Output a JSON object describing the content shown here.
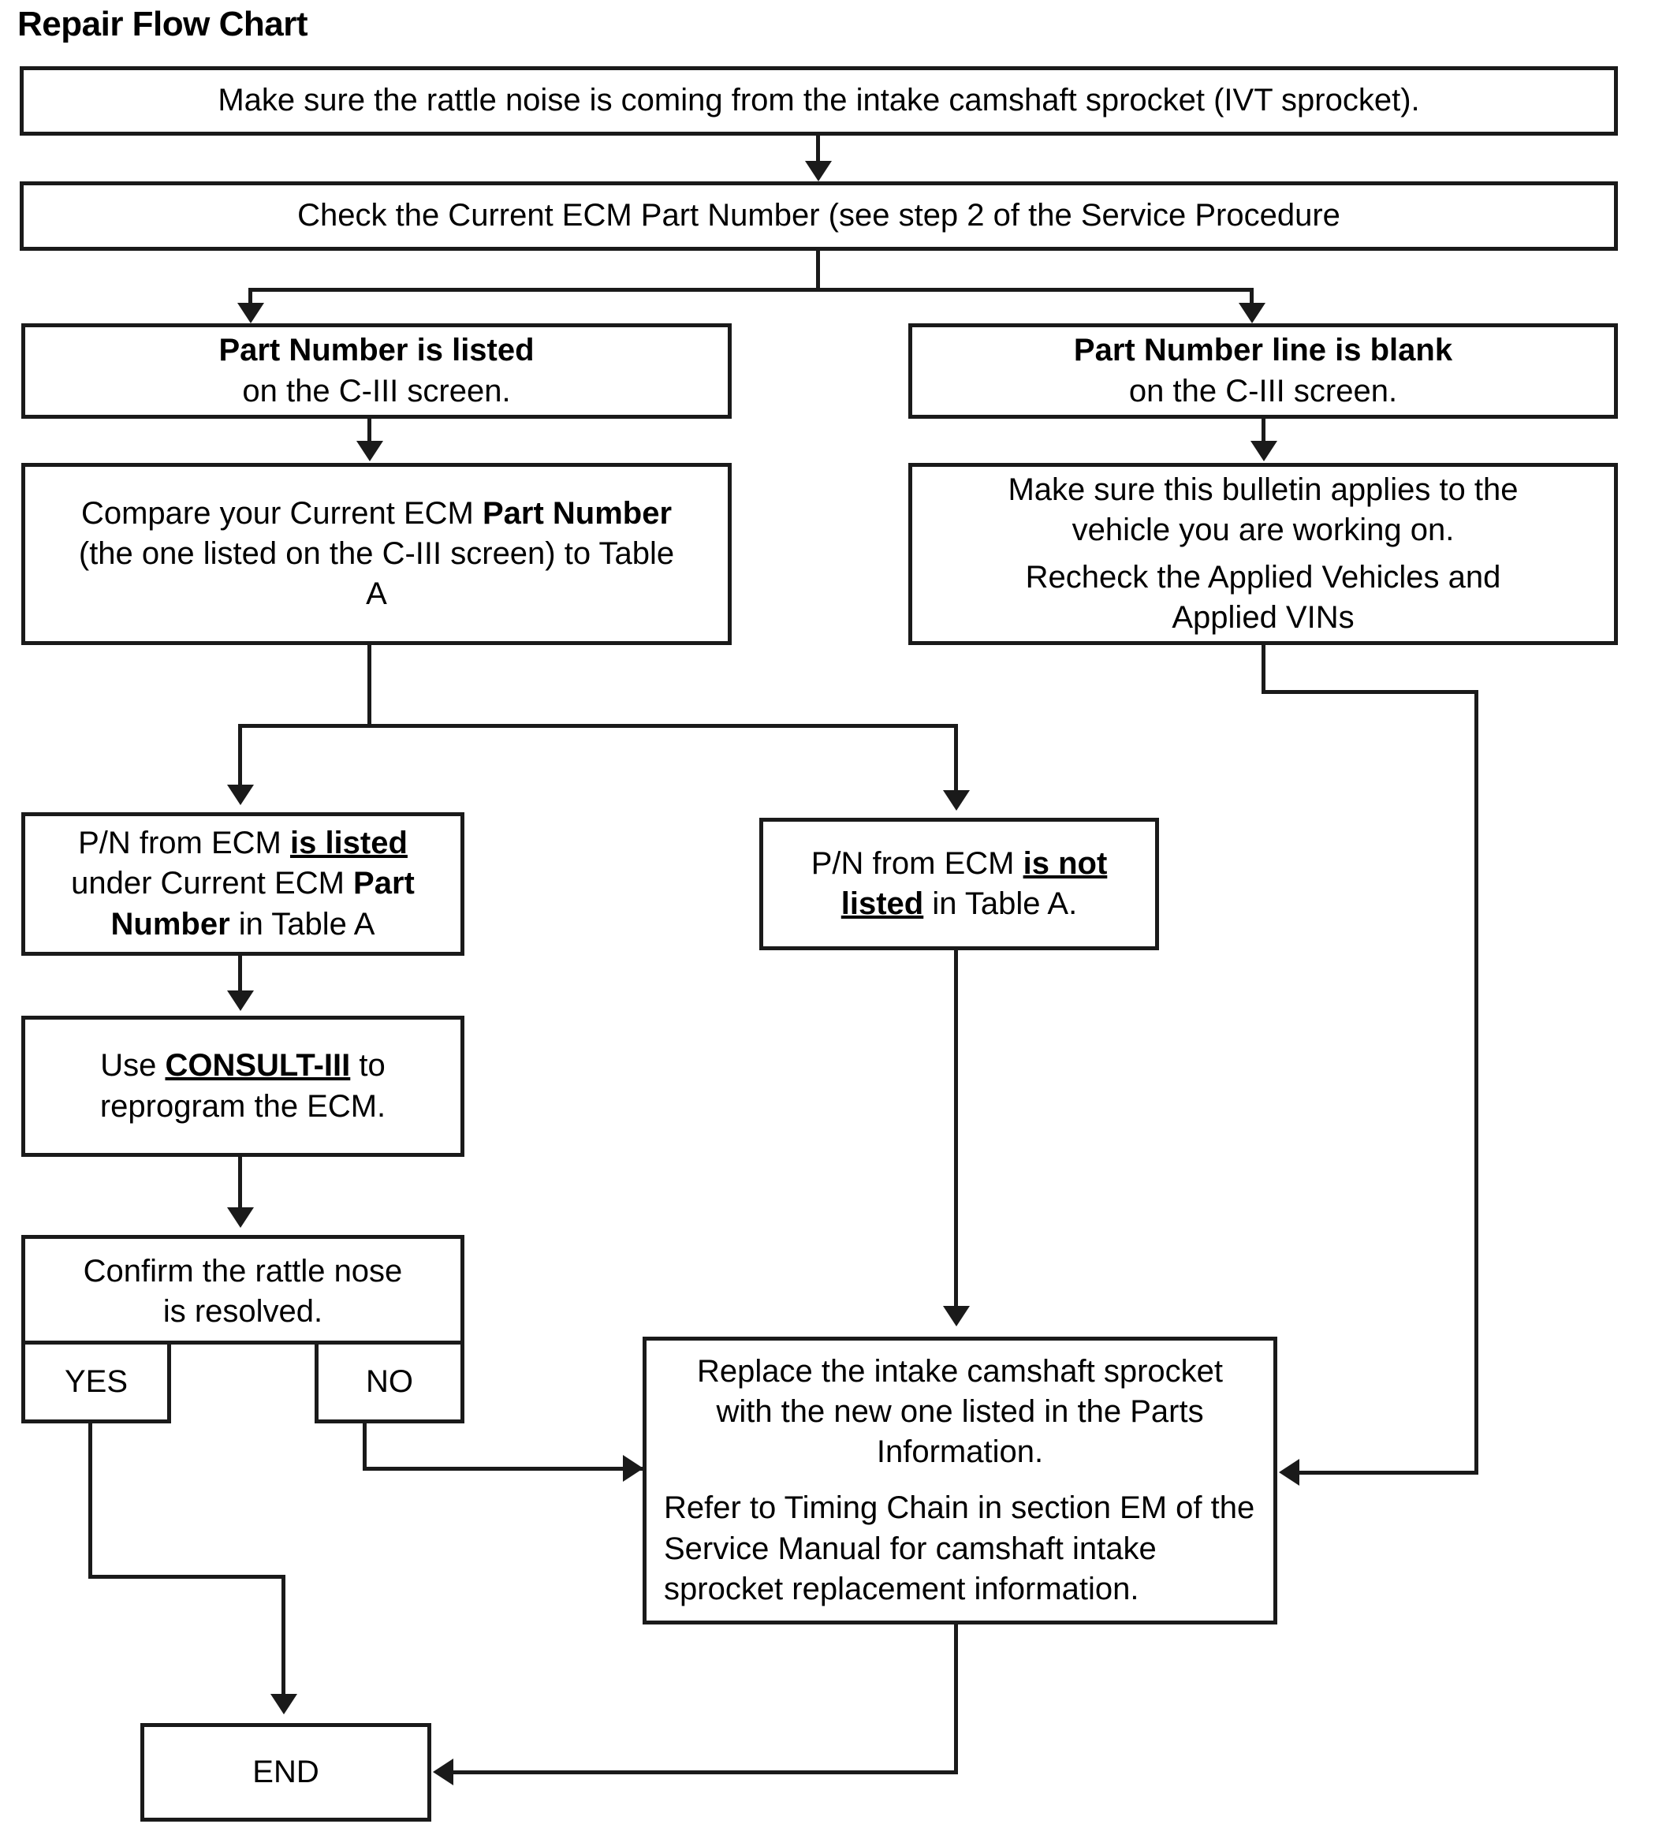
{
  "title": "Repair Flow Chart",
  "nodes": {
    "start": {
      "text": "Make sure the rattle noise is coming from the intake camshaft sprocket (IVT sprocket)."
    },
    "check_ecm": {
      "text": "Check the Current ECM Part Number (see step 2 of the Service Procedure"
    },
    "pn_listed": {
      "line1": "Part Number is listed",
      "line2": "on the C-III screen."
    },
    "pn_blank": {
      "line1": "Part Number line is blank",
      "line2": "on the C-III screen."
    },
    "compare": {
      "pre": "Compare your Current ECM ",
      "bold1": "Part Number",
      "post": " (the one listed on the C-III screen) to Table A"
    },
    "bulletin": {
      "para1": "Make sure this bulletin applies to the vehicle you are working on.",
      "para2": "Recheck the Applied Vehicles and Applied VINs"
    },
    "pn_in_table": {
      "pre": "P/N from ECM ",
      "underline": "is listed",
      "mid": " under Current ECM ",
      "bold": "Part Number",
      "post": " in Table A"
    },
    "pn_not_in_table": {
      "pre": "P/N from ECM ",
      "underline": "is not listed",
      "post": " in Table A."
    },
    "consult": {
      "pre": "Use ",
      "underline": "CONSULT-III",
      "post": " to reprogram the ECM."
    },
    "confirm": {
      "line1": "Confirm the rattle nose",
      "line2": "is resolved.",
      "yes": "YES",
      "no": "NO"
    },
    "replace": {
      "para1": "Replace the intake camshaft sprocket with the new one listed in the Parts Information.",
      "para2": "Refer to Timing Chain in section EM of the Service Manual for camshaft intake sprocket replacement information."
    },
    "end": {
      "text": "END"
    }
  },
  "colors": {
    "line": "#1a1a1a",
    "background": "#ffffff"
  }
}
